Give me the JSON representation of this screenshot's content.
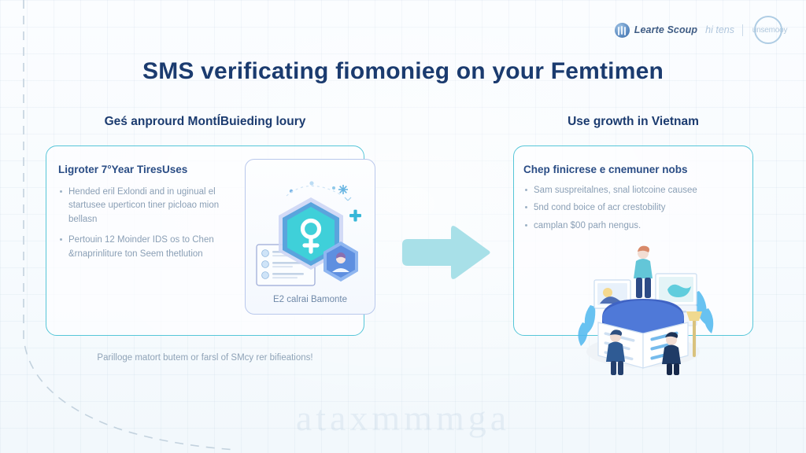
{
  "header": {
    "brand_name": "Learte Scoup",
    "brand_sub": "hi tens",
    "badge_text": "unsemooy",
    "logo_icon": "circular-brand-mark-icon",
    "badge_icon": "circle-ring-icon"
  },
  "title": "SMS verificating fiomonieg on your Femtimen",
  "left": {
    "heading": "Geś anprourd MontÍBuieding loury",
    "card_subtitle": "Ligroter 7°Year TiresUses",
    "bullets": [
      "Hended eril Exlondi and in uginual el startusee uperticon tiner picloao mion bellasn",
      "Pertouin 12 Moinder IDS os to Chen &rnaprinliture ton Seem thetlution"
    ],
    "illustration_caption": "E2 calrai Bamonte",
    "illustration_icon": "hexagon-security-shield-illustration"
  },
  "right": {
    "heading": "Use growth in Vietnam",
    "card_subtitle": "Chep finicrese e cnemuner nobs",
    "bullets": [
      "Sam suspreitalnes, snal liotcoine causee",
      "5nd cond boice of acr crestobility",
      "camplan $00 parh nengus."
    ],
    "illustration_icon": "isometric-people-platform-illustration"
  },
  "arrow": {
    "icon": "right-arrow-icon"
  },
  "footnote": "Parilloge matort butem or farsl of SMcy rer bifieations!",
  "watermark": "ataxmmmga",
  "colors": {
    "title_navy": "#1b3b6f",
    "panel_border_cyan": "#56c6d8",
    "arrow_cyan": "#a8e0e8",
    "body_text_gray": "#8a9fb5",
    "illus_card_border": "#b9c8ec",
    "accent_blue": "#4d80bb"
  }
}
